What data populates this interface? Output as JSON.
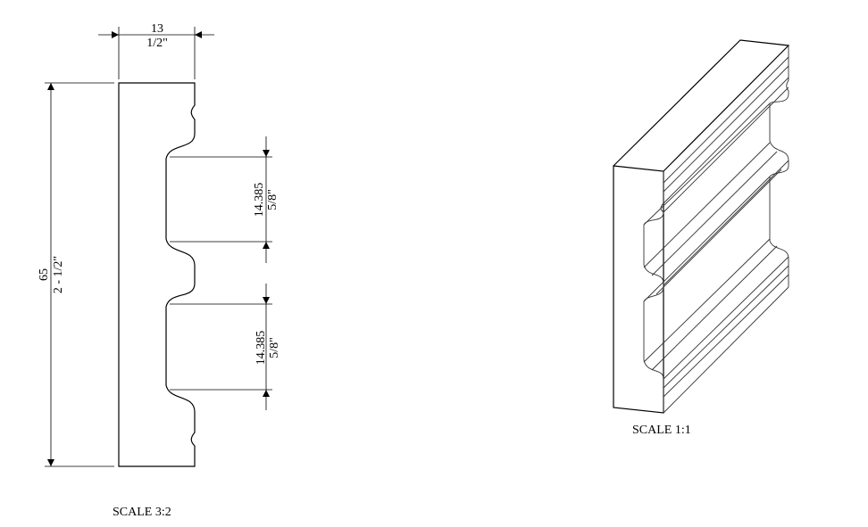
{
  "profile_view": {
    "width_dim": {
      "metric": "13",
      "imperial": "1/2\""
    },
    "height_dim": {
      "metric": "65",
      "imperial": "2 - 1/2\""
    },
    "groove_top_dim": {
      "metric": "14.385",
      "imperial": "5/8\""
    },
    "groove_bottom_dim": {
      "metric": "14.385",
      "imperial": "5/8\""
    },
    "scale_label": "SCALE 3:2"
  },
  "isometric_view": {
    "scale_label": "SCALE 1:1"
  }
}
